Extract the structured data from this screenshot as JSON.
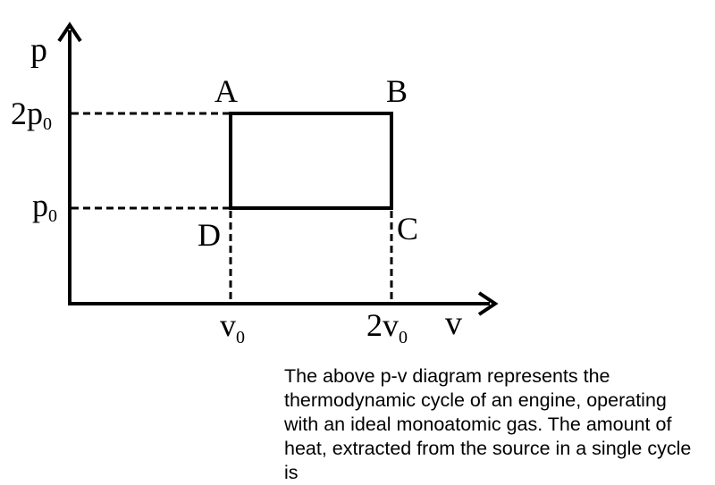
{
  "diagram": {
    "y_axis_label": "p",
    "x_axis_label": "v",
    "y_ticks": [
      {
        "main": "2p",
        "sub": "0"
      },
      {
        "main": "p",
        "sub": "0"
      }
    ],
    "x_ticks": [
      {
        "main": "v",
        "sub": "0"
      },
      {
        "main": "2v",
        "sub": "0"
      }
    ],
    "points": {
      "A": "A",
      "B": "B",
      "C": "C",
      "D": "D"
    }
  },
  "question": "The above p-v diagram represents the thermodynamic cycle of an engine, operating with an ideal monoatomic gas. The amount of heat, extracted from the source in a single cycle is"
}
